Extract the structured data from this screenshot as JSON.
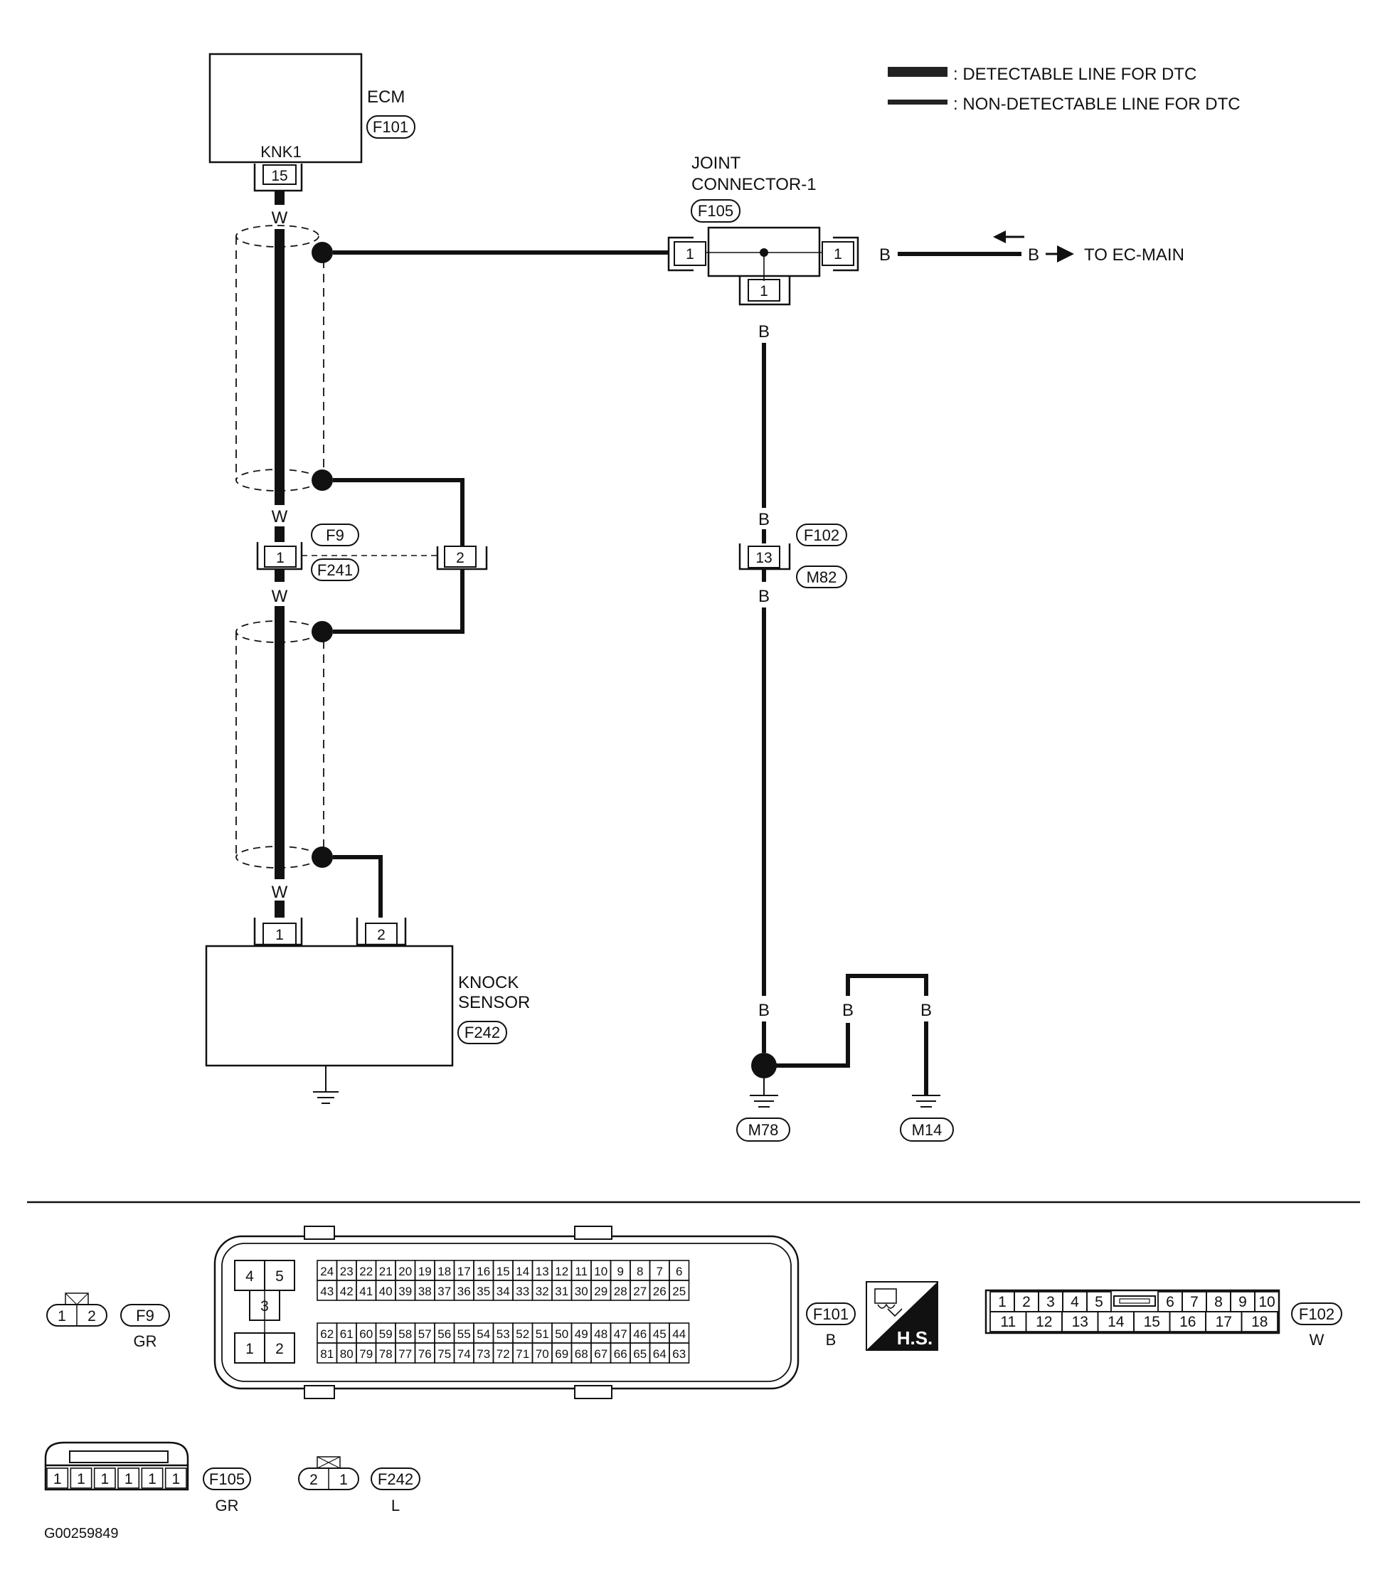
{
  "legend": {
    "detectable": ": DETECTABLE LINE FOR DTC",
    "non_detectable": ": NON-DETECTABLE LINE FOR DTC"
  },
  "ecm": {
    "title": "ECM",
    "connector": "F101",
    "terminal_label": "KNK1",
    "pin": "15"
  },
  "joint": {
    "line1": "JOINT",
    "line2": "CONNECTOR-1",
    "connector": "F105",
    "pin_left": "1",
    "pin_right": "1",
    "pin_bottom": "1"
  },
  "ec_main": {
    "wire": "B",
    "label": "TO EC-MAIN"
  },
  "wires": {
    "white": "W",
    "black": "B"
  },
  "f9_f241": {
    "conn_top": "F9",
    "conn_bottom": "F241",
    "pin1": "1",
    "pin2": "2"
  },
  "f102_m82": {
    "conn_top": "F102",
    "conn_bottom": "M82",
    "pin": "13"
  },
  "knock": {
    "line1": "KNOCK",
    "line2": "SENSOR",
    "connector": "F242",
    "pin1": "1",
    "pin2": "2"
  },
  "grounds": {
    "g1": "M78",
    "g2": "M14"
  },
  "views": {
    "f9": {
      "id": "F9",
      "color": "GR",
      "pins": [
        "1",
        "2"
      ]
    },
    "f101": {
      "id": "F101",
      "color": "B",
      "left_pins": [
        "4",
        "5",
        "3",
        "1",
        "2"
      ],
      "row1": [
        "24",
        "23",
        "22",
        "21",
        "20",
        "19",
        "18",
        "17",
        "16",
        "15",
        "14",
        "13",
        "12",
        "11",
        "10",
        "9",
        "8",
        "7",
        "6"
      ],
      "row2": [
        "43",
        "42",
        "41",
        "40",
        "39",
        "38",
        "37",
        "36",
        "35",
        "34",
        "33",
        "32",
        "31",
        "30",
        "29",
        "28",
        "27",
        "26",
        "25"
      ],
      "row3": [
        "62",
        "61",
        "60",
        "59",
        "58",
        "57",
        "56",
        "55",
        "54",
        "53",
        "52",
        "51",
        "50",
        "49",
        "48",
        "47",
        "46",
        "45",
        "44"
      ],
      "row4": [
        "81",
        "80",
        "79",
        "78",
        "77",
        "76",
        "75",
        "74",
        "73",
        "72",
        "71",
        "70",
        "69",
        "68",
        "67",
        "66",
        "65",
        "64",
        "63"
      ]
    },
    "hs": "H.S.",
    "f102": {
      "id": "F102",
      "color": "W",
      "top_left": [
        "1",
        "2",
        "3",
        "4",
        "5"
      ],
      "top_right": [
        "6",
        "7",
        "8",
        "9",
        "10"
      ],
      "bottom": [
        "11",
        "12",
        "13",
        "14",
        "15",
        "16",
        "17",
        "18"
      ]
    },
    "f105": {
      "id": "F105",
      "color": "GR",
      "pins": [
        "1",
        "1",
        "1",
        "1",
        "1",
        "1"
      ]
    },
    "f242": {
      "id": "F242",
      "color": "L",
      "pins": [
        "2",
        "1"
      ]
    }
  },
  "figure_id": "G00259849"
}
